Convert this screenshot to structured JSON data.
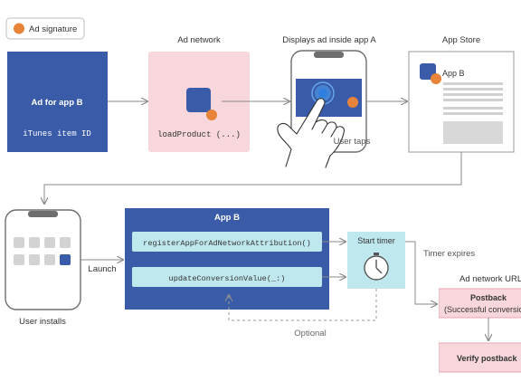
{
  "legend": {
    "ad_signature": "Ad signature"
  },
  "stage1": {
    "ad": {
      "title": "Ad for app B",
      "subtitle": "iTunes item ID"
    },
    "ad_network": {
      "label": "Ad network",
      "call": "loadProduct (...)"
    },
    "phone": {
      "label": "Displays ad inside app A",
      "caption": "User taps"
    },
    "app_store": {
      "label": "App Store",
      "app_name": "App B"
    }
  },
  "stage2": {
    "install": {
      "caption": "User installs",
      "launch": "Launch"
    },
    "app_b": {
      "title": "App B",
      "call_register": "registerAppForAdNetworkAttribution()",
      "call_update": "updateConversionValue(_:)",
      "optional": "Optional"
    },
    "timer": {
      "label": "Start timer",
      "expires": "Timer expires"
    },
    "postback": {
      "url_label": "Ad network URL",
      "title": "Postback",
      "subtitle": "(Successful conversion)",
      "verify": "Verify postback"
    }
  },
  "colors": {
    "dark_blue": "#3a5ba8",
    "orange": "#e8833a",
    "pink": "#f7d7db",
    "light_cyan": "#bfe7ee",
    "gray": "#9a9a9a"
  }
}
